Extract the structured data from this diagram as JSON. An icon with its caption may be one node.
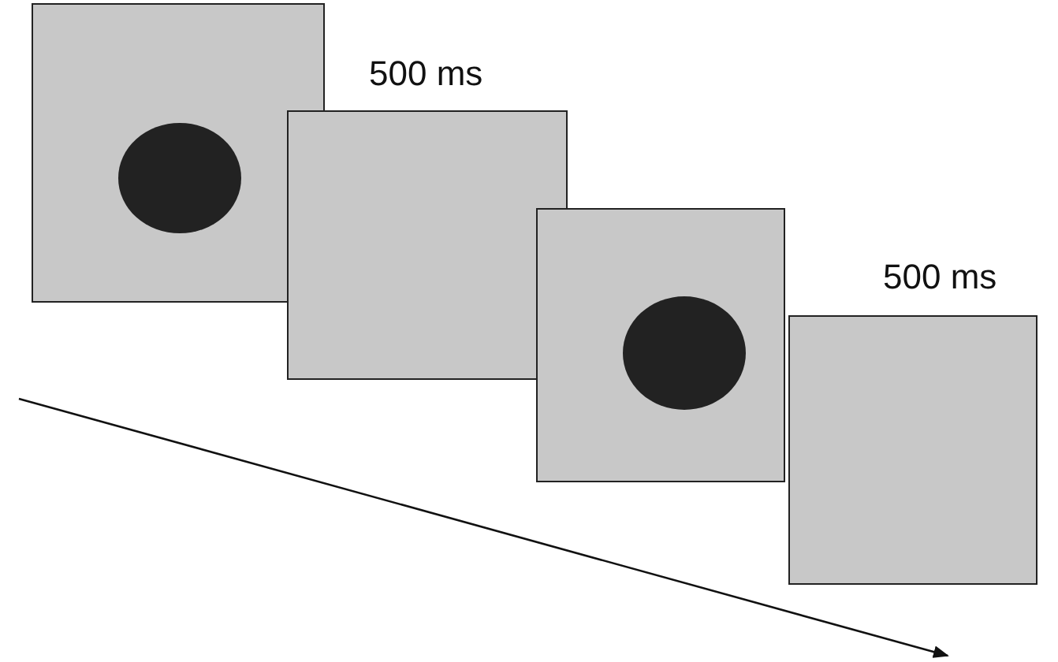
{
  "diagram": {
    "nodes": [
      {
        "text": [],
        "shape": "box"
      },
      {
        "text": [],
        "shape": "circle",
        "in": 0
      },
      {
        "text": [],
        "shape": "box",
        "beside": [
          "500 ms"
        ]
      },
      {
        "text": [],
        "shape": "box"
      },
      {
        "text": [],
        "shape": "circle",
        "in": 3
      },
      {
        "text": [],
        "shape": "box",
        "beside": [
          "500 ms"
        ]
      }
    ]
  }
}
